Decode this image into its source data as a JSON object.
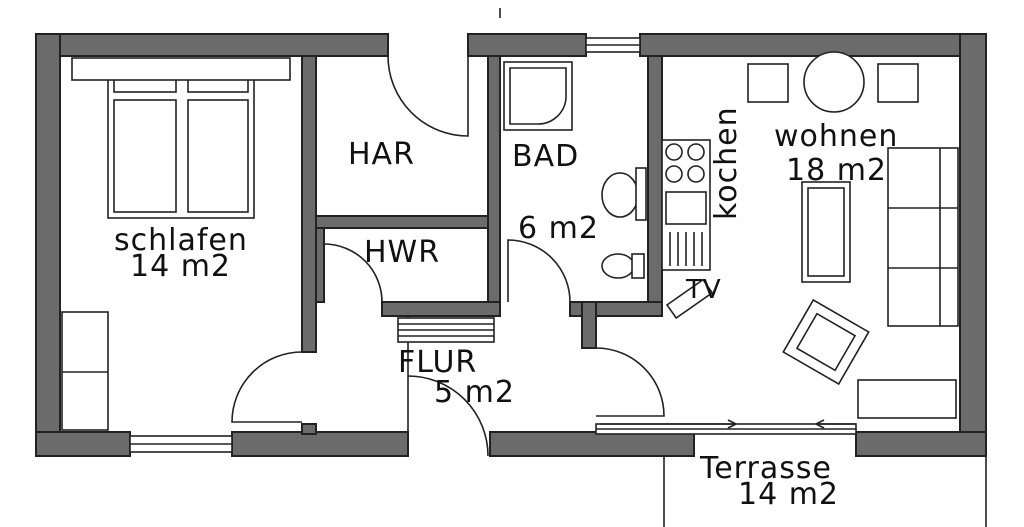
{
  "colors": {
    "wall": "#6b6b6b",
    "line": "#222222",
    "background": "#ffffff"
  },
  "rooms": {
    "schlafen": {
      "name": "schlafen",
      "area": "14 m2"
    },
    "har": {
      "name": "HAR"
    },
    "hwr": {
      "name": "HWR"
    },
    "bad": {
      "name": "BAD",
      "area": "6 m2"
    },
    "kochen": {
      "name": "kochen"
    },
    "wohnen": {
      "name": "wohnen",
      "area": "18 m2"
    },
    "flur": {
      "name": "FLUR",
      "area": "5 m2"
    },
    "terrasse": {
      "name": "Terrasse",
      "area": "14 m2"
    }
  },
  "tv": {
    "label": "TV"
  }
}
